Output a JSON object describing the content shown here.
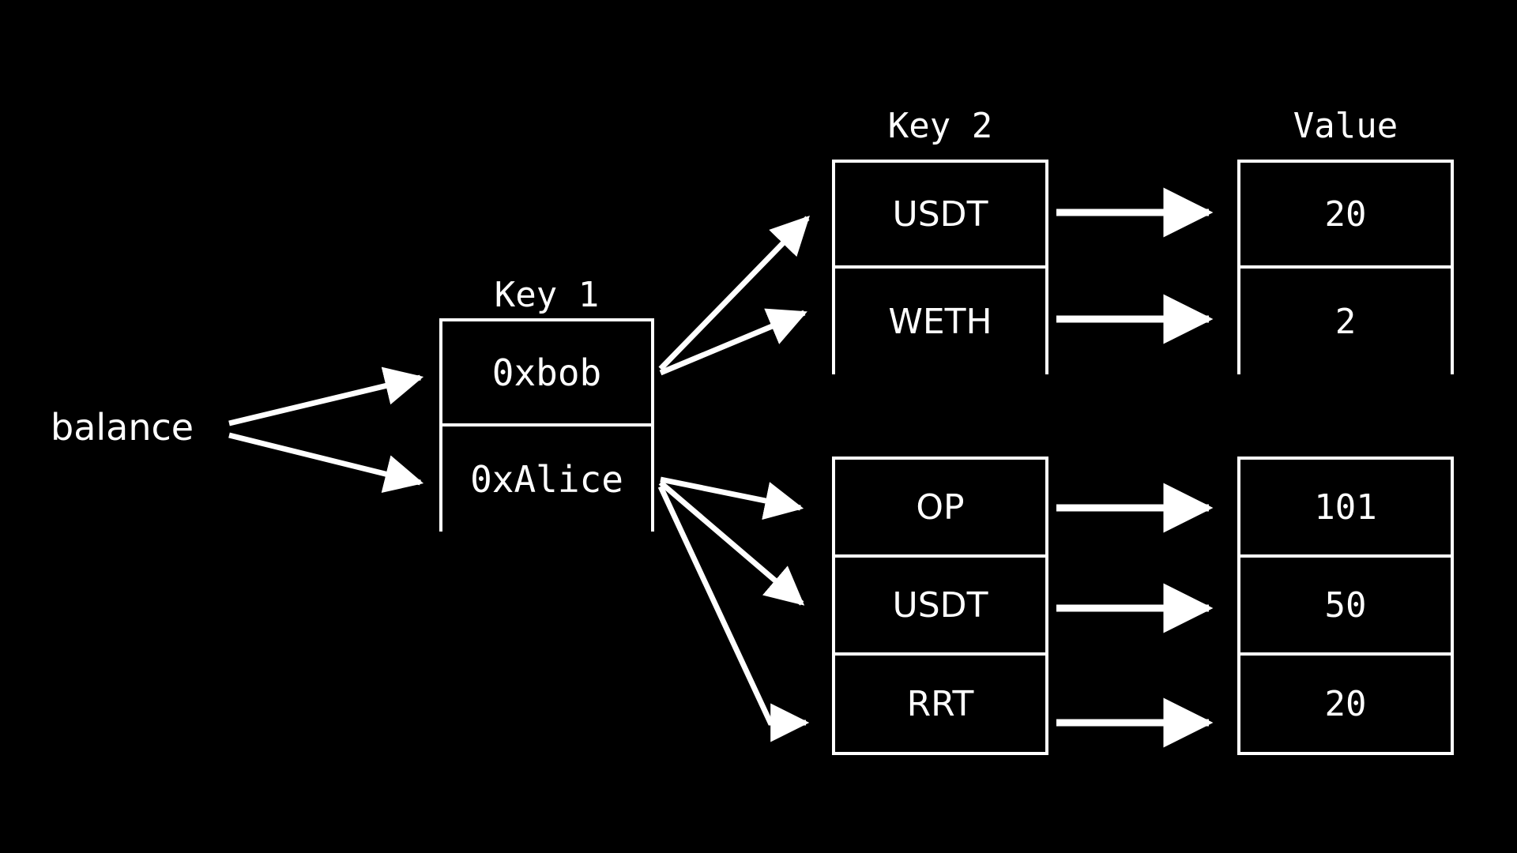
{
  "diagram": {
    "title_labels": {
      "key1": "Key 1",
      "key2": "Key 2",
      "value": "Value"
    },
    "root": {
      "label": "balance"
    },
    "key1_table": {
      "rows": [
        {
          "label": "0xbob"
        },
        {
          "label": "0xAlice"
        }
      ]
    },
    "bob_key2_table": {
      "rows": [
        {
          "label": "USDT"
        },
        {
          "label": "WETH"
        }
      ]
    },
    "bob_value_table": {
      "rows": [
        {
          "label": "20"
        },
        {
          "label": "2"
        }
      ]
    },
    "alice_key2_table": {
      "rows": [
        {
          "label": "OP"
        },
        {
          "label": "USDT"
        },
        {
          "label": "RRT"
        }
      ]
    },
    "alice_value_table": {
      "rows": [
        {
          "label": "101"
        },
        {
          "label": "50"
        },
        {
          "label": "20"
        }
      ]
    },
    "colors": {
      "background": "#000000",
      "stroke": "#ffffff",
      "text": "#ffffff"
    }
  }
}
